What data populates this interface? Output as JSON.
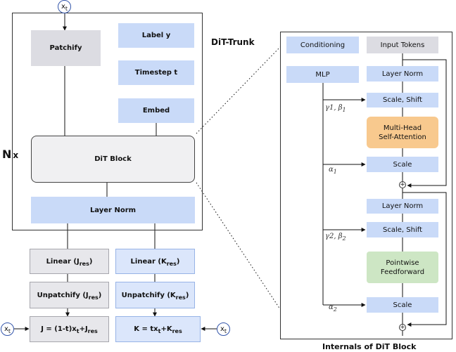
{
  "left": {
    "patchify": "Patchify",
    "label_y": "Label y",
    "timestep_t": "Timestep t",
    "embed": "Embed",
    "dit_block": "DiT Block",
    "layer_norm": "Layer Norm",
    "n_x": {
      "n": "N",
      "x": "x"
    },
    "input_symbol": {
      "main": "x",
      "sub": "t"
    },
    "branch_j": {
      "linear": {
        "main": "Linear (J",
        "sub": "res",
        "end": ")"
      },
      "unpatchify": {
        "main": "Unpatchify (J",
        "sub": "res",
        "end": ")"
      },
      "output": {
        "p1": "J = (1-t)x",
        "s1": "t",
        "p2": "+J",
        "s2": "res"
      }
    },
    "branch_k": {
      "linear": {
        "main": "Linear (K",
        "sub": "res",
        "end": ")"
      },
      "unpatchify": {
        "main": "Unpatchify (K",
        "sub": "res",
        "end": ")"
      },
      "output": {
        "p1": "K = tx",
        "s1": "t",
        "p2": "+K",
        "s2": "res"
      }
    }
  },
  "trunk_title": "DiT-Trunk",
  "internals": {
    "caption": "Internals of DiT Block",
    "conditioning": "Conditioning",
    "input_tokens": "Input Tokens",
    "mlp": "MLP",
    "layer_norm_1": "Layer Norm",
    "scale_shift_1": "Scale, Shift",
    "mhsa": {
      "line1": "Multi-Head",
      "line2": "Self-Attention"
    },
    "scale_1": "Scale",
    "layer_norm_2": "Layer Norm",
    "scale_shift_2": "Scale, Shift",
    "ffn": {
      "line1": "Pointwise",
      "line2": "Feedforward"
    },
    "scale_2": "Scale",
    "plus_symbol": "+",
    "params": {
      "gb1": {
        "a": "γ1, β",
        "sub": "1"
      },
      "a1": {
        "a": "α",
        "sub": "1"
      },
      "gb2": {
        "a": "γ2, β",
        "sub": "2"
      },
      "a2": {
        "a": "α",
        "sub": "2"
      }
    }
  }
}
